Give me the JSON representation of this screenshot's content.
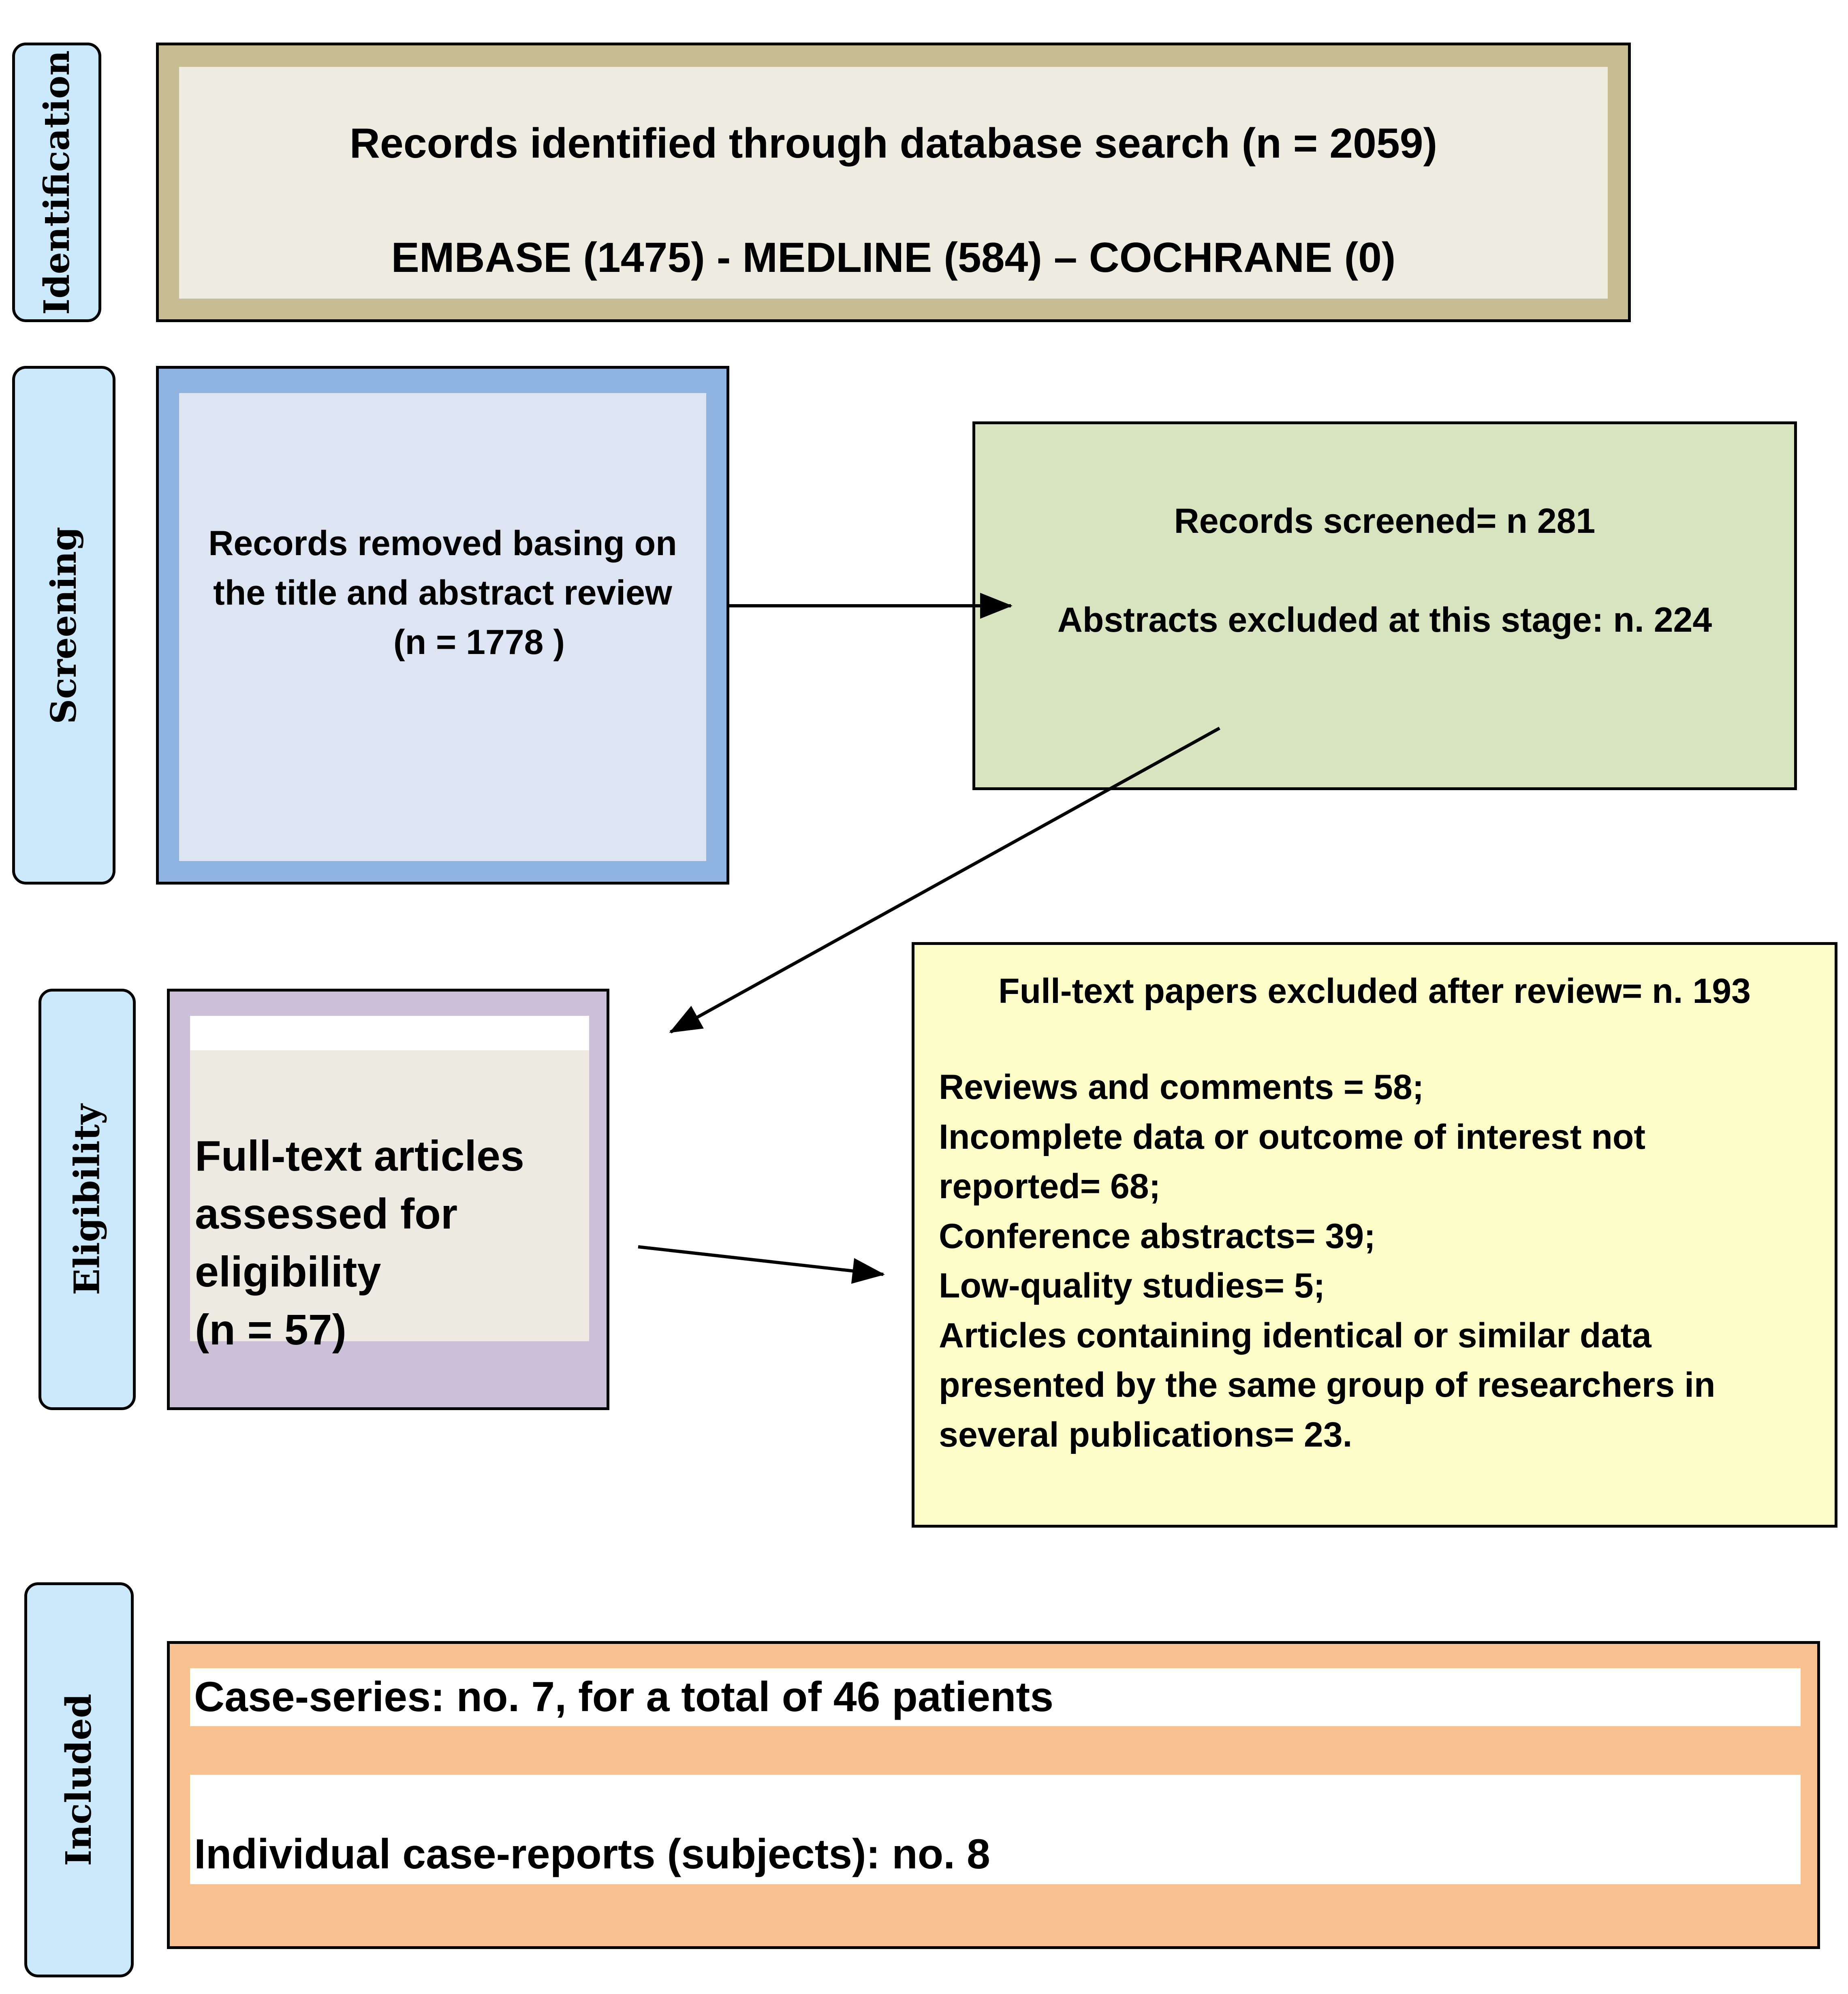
{
  "stages": {
    "identification": "Identification",
    "screening": "Screening",
    "eligibility": "Eligibility",
    "included": "Included"
  },
  "identification_box": {
    "line1": "Records identified through database search  (n = 2059)",
    "line2": "EMBASE (1475) - MEDLINE (584) – COCHRANE (0)"
  },
  "removed_box": {
    "line1": "Records removed basing on",
    "line2": "the title and abstract review",
    "line3": "(n = 1778 )"
  },
  "screened_box": {
    "line1": "Records screened= n 281",
    "line2": "Abstracts excluded at this stage: n. 224"
  },
  "fulltext_box": {
    "line1": "Full-text articles",
    "line2": "assessed for",
    "line3": "eligibility",
    "line4": "(n = 57)"
  },
  "excluded_box": {
    "title": "Full-text papers excluded after review= n. 193",
    "lines": [
      "Reviews and comments = 58;",
      "Incomplete data or outcome of interest not",
      "reported= 68;",
      "Conference abstracts= 39;",
      "Low-quality studies= 5;",
      "Articles containing identical or similar data",
      "presented by the same group of researchers in",
      "several publications= 23."
    ]
  },
  "included_box": {
    "case_series": "Case-series:  no. 7,  for a total of 46 patients",
    "case_reports": "Individual case-reports (subjects): no. 8"
  },
  "colors": {
    "stage_fill": "#cce9fb",
    "identification_outer": "#c7bd93",
    "identification_inner": "#eeebe1",
    "removed_outer": "#8eb3e1",
    "removed_inner": "#dce5f1",
    "screened_fill": "#d8e3bf",
    "fulltext_outer": "#ccc0d9",
    "fulltext_inner": "#edebe1",
    "excluded_fill": "#fdfdc9",
    "included_outer": "#f7c190",
    "included_inner": "#ffffff"
  }
}
